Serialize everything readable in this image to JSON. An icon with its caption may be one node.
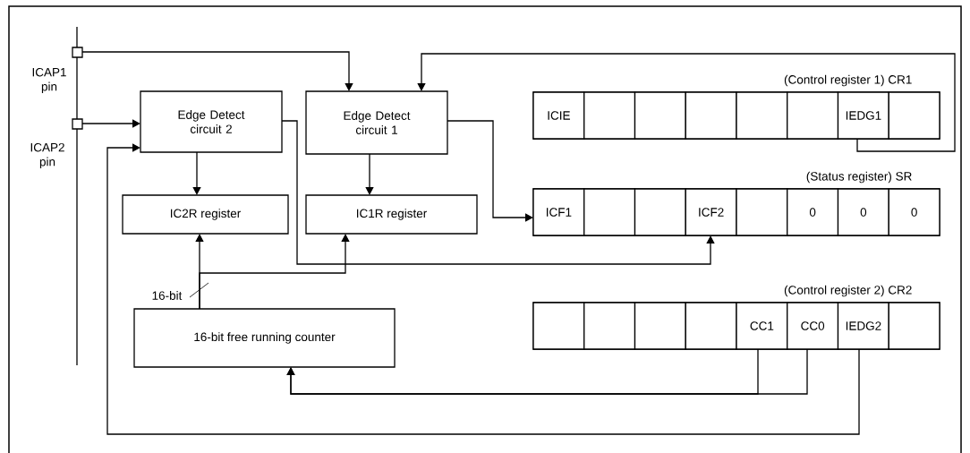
{
  "diagram": {
    "nodes": [
      {
        "text": [],
        "shape": "box",
        "beside": [
          "ICAP1 pin"
        ]
      },
      {
        "text": [],
        "shape": "box",
        "beside": [
          "ICAP2 pin"
        ]
      },
      {
        "text": [
          "Edge Detect circuit 2"
        ]
      },
      {
        "text": [
          "Edge Detect circuit 1"
        ]
      },
      {
        "text": [
          "IC2R register"
        ]
      },
      {
        "text": [
          "IC1R register"
        ]
      },
      {
        "text": [
          "16-bit free running counter"
        ]
      },
      {
        "text": [
          "(Control register 1) CR1"
        ]
      },
      {
        "text": [
          "ICIE"
        ],
        "in": 7
      },
      {
        "text": [],
        "shape": "box",
        "in": 7
      },
      {
        "text": [],
        "shape": "box",
        "in": 7
      },
      {
        "text": [],
        "shape": "box",
        "in": 7
      },
      {
        "text": [],
        "shape": "box",
        "in": 7
      },
      {
        "text": [],
        "shape": "box",
        "in": 7
      },
      {
        "text": [
          "IEDG1"
        ],
        "in": 7
      },
      {
        "text": [],
        "shape": "box",
        "in": 7
      },
      {
        "text": [
          "(Status register) SR"
        ]
      },
      {
        "text": [
          "ICF1"
        ],
        "in": 16
      },
      {
        "text": [],
        "shape": "box",
        "in": 16
      },
      {
        "text": [],
        "shape": "box",
        "in": 16
      },
      {
        "text": [
          "ICF2"
        ],
        "in": 16
      },
      {
        "text": [],
        "shape": "box",
        "in": 16
      },
      {
        "text": [
          "0"
        ],
        "in": 16
      },
      {
        "text": [
          "0"
        ],
        "in": 16
      },
      {
        "text": [
          "0"
        ],
        "in": 16
      },
      {
        "text": [
          "(Control register 2) CR2"
        ]
      },
      {
        "text": [],
        "shape": "box",
        "in": 25
      },
      {
        "text": [],
        "shape": "box",
        "in": 25
      },
      {
        "text": [],
        "shape": "box",
        "in": 25
      },
      {
        "text": [],
        "shape": "box",
        "in": 25
      },
      {
        "text": [
          "CC1"
        ],
        "in": 25
      },
      {
        "text": [
          "CC0"
        ],
        "in": 25
      },
      {
        "text": [
          "IEDG2"
        ],
        "in": 25
      },
      {
        "text": [],
        "shape": "box",
        "in": 25
      }
    ],
    "edges": [
      {
        "from": 0,
        "to": 3,
        "arrow": "to"
      },
      {
        "from": 1,
        "to": 2,
        "arrow": "to"
      },
      {
        "from": 14,
        "to": 3,
        "arrow": "to"
      },
      {
        "from": 32,
        "to": 2,
        "arrow": "to"
      },
      {
        "from": 2,
        "to": 4,
        "arrow": "to"
      },
      {
        "from": 3,
        "to": 5,
        "arrow": "to"
      },
      {
        "from": 6,
        "to": 4,
        "arrow": "to"
      },
      {
        "from": 6,
        "to": 5,
        "arrow": "to"
      },
      {
        "from": 2,
        "to": 20,
        "arrow": "to"
      },
      {
        "from": 3,
        "to": 17,
        "arrow": "to"
      },
      {
        "from": 30,
        "to": 6,
        "arrow": "to"
      },
      {
        "from": 31,
        "to": 6,
        "arrow": "to"
      }
    ],
    "labels": [
      "16-bit"
    ]
  }
}
